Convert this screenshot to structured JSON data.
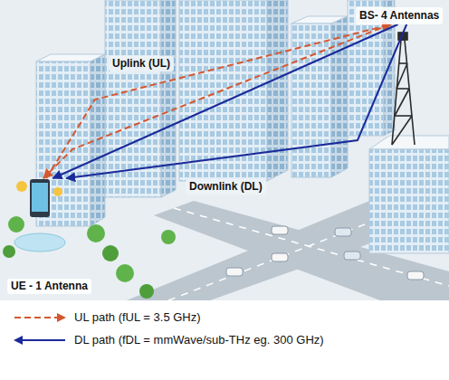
{
  "diagram": {
    "nodes": [
      {
        "text": [
          "BS- 4 Antennas"
        ]
      },
      {
        "text": [
          "UE - 1 Antenna"
        ]
      }
    ],
    "edges": [
      {
        "from": 1,
        "to": 0,
        "arrow": "to",
        "label": "Uplink (UL)"
      },
      {
        "from": 0,
        "to": 1,
        "arrow": "to"
      },
      {
        "from": 0,
        "to": 1,
        "arrow": "to"
      },
      {
        "from": 0,
        "to": 1,
        "arrow": "to",
        "label": "Downlink (DL)"
      }
    ],
    "legend": [
      {
        "text": "UL path (fUL = 3.5 GHz)"
      },
      {
        "text": "DL path (fDL = mmWave/sub-THz eg. 300 GHz)"
      }
    ]
  }
}
